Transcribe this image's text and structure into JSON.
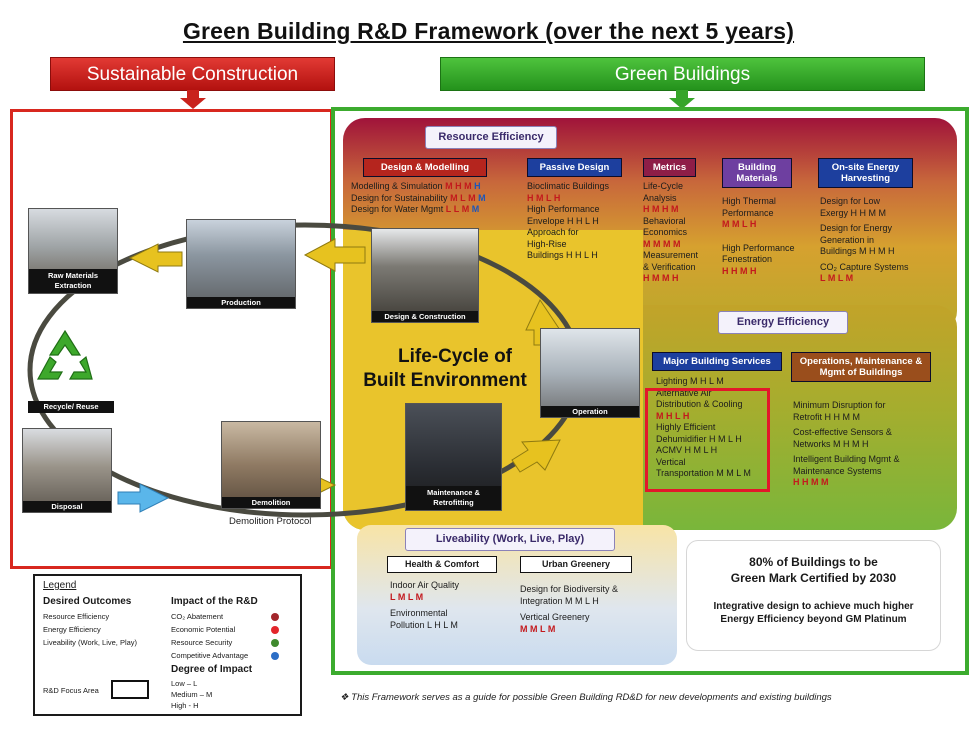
{
  "title": "Green Building R&D Framework (over the next 5 years)",
  "banners": {
    "sustainable": "Sustainable Construction",
    "green": "Green Buildings"
  },
  "lifecycle": {
    "title_line1": "Life-Cycle of",
    "title_line2": "Built Environment",
    "stages": [
      "Raw Materials Extraction",
      "Production",
      "Design & Construction",
      "Operation",
      "Maintenance & Retrofitting",
      "Demolition",
      "Disposal",
      "Recycle/ Reuse"
    ],
    "demolition_protocol": "Demolition Protocol"
  },
  "resource_efficiency": {
    "label": "Resource Efficiency",
    "design_modelling": {
      "header": "Design & Modelling",
      "items": [
        {
          "text": "Modelling & Simulation",
          "ratings": [
            "M",
            "H",
            "M",
            "H"
          ]
        },
        {
          "text": "Design for Sustainability",
          "ratings": [
            "M",
            "L",
            "M",
            "M"
          ]
        },
        {
          "text": "Design for Water Mgmt",
          "ratings": [
            "L",
            "L",
            "M",
            "M"
          ]
        }
      ]
    },
    "passive_design": {
      "header": "Passive Design",
      "lines": [
        "Bioclimatic Buildings",
        "H M L H",
        "High Performance",
        "Envelope H H L H",
        "Approach for",
        "High-Rise",
        "Buildings H H L H"
      ]
    },
    "metrics": {
      "header": "Metrics",
      "lines": [
        "Life-Cycle",
        "Analysis",
        "H M H M",
        "Behavioral",
        "Economics",
        "M M M M",
        "Measurement",
        "& Verification",
        "H M M H"
      ]
    },
    "building_materials": {
      "header": "Building Materials",
      "lines": [
        "High Thermal",
        "Performance",
        "M M L H",
        "High Performance",
        "Fenestration",
        "H H M H"
      ]
    },
    "onsite_energy": {
      "header": "On-site Energy Harvesting",
      "lines": [
        "Design for Low",
        "Exergy H H M M",
        "Design for Energy",
        "Generation in",
        "Buildings M H M H",
        "CO₂ Capture Systems",
        "L M L M"
      ]
    }
  },
  "energy_efficiency": {
    "label": "Energy Efficiency",
    "major_services": {
      "header": "Major Building Services",
      "lines": [
        "Lighting M H L M",
        "Alternative Air",
        "Distribution & Cooling",
        "M H L H",
        "Highly Efficient",
        "Dehumidifier H M L H",
        "ACMV H M L H",
        "Vertical",
        "Transportation M M L M"
      ]
    },
    "operations": {
      "header": "Operations, Maintenance & Mgmt of Buildings",
      "lines": [
        "Minimum Disruption for",
        "Retrofit H H M M",
        "Cost-effective Sensors &",
        "Networks M H M H",
        "Intelligent Building Mgmt &",
        "Maintenance Systems",
        "H H M M"
      ]
    }
  },
  "liveability": {
    "label": "Liveability (Work, Live, Play)",
    "health": {
      "header": "Health & Comfort",
      "lines": [
        "Indoor Air Quality",
        "L M L M",
        "Environmental",
        "Pollution L H L M"
      ]
    },
    "greenery": {
      "header": "Urban Greenery",
      "lines": [
        "Design for Biodiversity &",
        "Integration M M L H",
        "Vertical Greenery",
        "M M L M"
      ]
    }
  },
  "target": {
    "line1": "80% of Buildings to be",
    "line2": "Green Mark Certified by 2030",
    "line3": "Integrative design to achieve much higher",
    "line4": "Energy Efficiency beyond GM Platinum"
  },
  "legend": {
    "title": "Legend",
    "outcomes_header": "Desired Outcomes",
    "outcomes": [
      "Resource Efficiency",
      "Energy Efficiency",
      "Liveability (Work, Live, Play)"
    ],
    "impact_header": "Impact of the R&D",
    "impacts": [
      {
        "label": "CO₂ Abatement",
        "color": "#a3262b"
      },
      {
        "label": "Economic Potential",
        "color": "#e3262b"
      },
      {
        "label": "Resource Security",
        "color": "#3f8a2e"
      },
      {
        "label": "Competitive Advantage",
        "color": "#2c6ec6"
      }
    ],
    "degree_header": "Degree of Impact",
    "degrees": [
      "Low – L",
      "Medium – M",
      "High - H"
    ],
    "focus_area": "R&D Focus Area"
  },
  "footnote": "❖ This Framework serves as a guide for possible Green Building RD&D for new developments and existing buildings",
  "colors": {
    "red": "#d8281f",
    "green": "#3cab2e",
    "rating_red": "#c3191d",
    "rating_blue": "#1e56b8",
    "design_modelling": "#b5251e",
    "passive_design": "#1d3f9e",
    "metrics": "#8e1d47",
    "building_materials": "#6e3fa0",
    "onsite": "#1d3f9e",
    "major_services": "#1d3f9e",
    "operations": "#9a4e1c"
  }
}
